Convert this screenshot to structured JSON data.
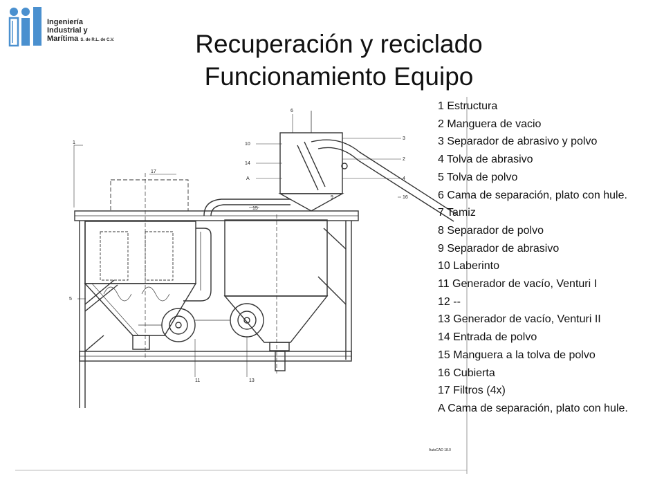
{
  "logo": {
    "line1": "Ingeniería",
    "line2": "Industrial y",
    "line3": "Marítima",
    "suffix": "S. de R.L. de C.V."
  },
  "title": {
    "line1": "Recuperación y reciclado",
    "line2": "Funcionamiento Equipo"
  },
  "legend": [
    "1 Estructura",
    "2 Manguera de vacio",
    "3 Separador de abrasivo y polvo",
    "4 Tolva de abrasivo",
    "5 Tolva de polvo",
    "6 Cama de separación, plato con hule.",
    "7 Tamiz",
    "8 Separador de polvo",
    "9 Separador de abrasivo",
    "10 Laberinto",
    "11 Generador de vacío, Venturi I",
    "12 --",
    "13 Generador de vacío, Venturi II",
    "14 Entrada de polvo",
    "15 Manguera a la tolva de polvo",
    "16 Cubierta",
    "17 Filtros (4x)",
    "A Cama de separación, plato con hule."
  ],
  "drawing_labels": {
    "l1": "1",
    "l3": "3",
    "l5": "5",
    "l6": "6",
    "l10": "10",
    "l11": "11",
    "l13": "13",
    "l14": "14",
    "l15": "15",
    "l16": "16",
    "l17": "17",
    "l2": "2",
    "l4": "4",
    "l9": "9",
    "lA": "A",
    "stamp": "AutoCAD 18.0"
  },
  "colors": {
    "logo_blue": "#4a90cf",
    "line": "#333333"
  }
}
